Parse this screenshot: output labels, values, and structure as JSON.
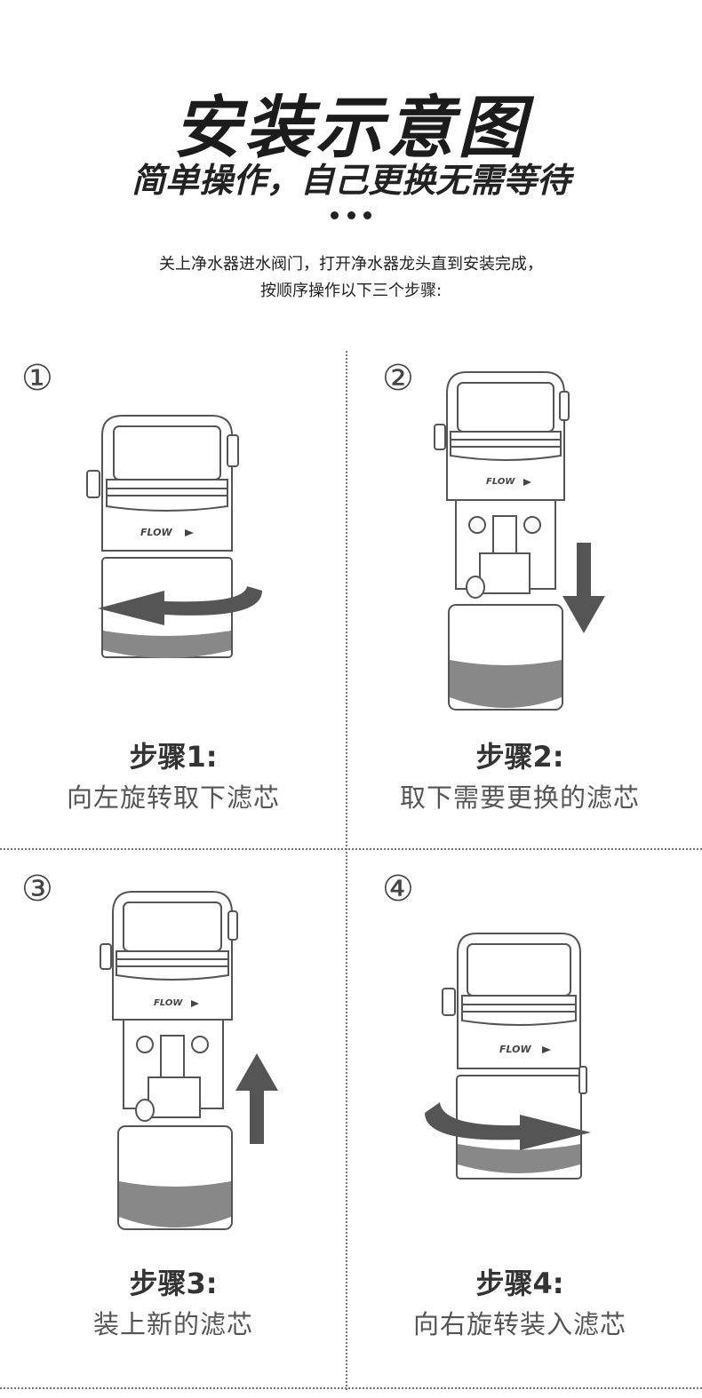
{
  "header": {
    "title": "安装示意图",
    "subtitle": "简单操作，自己更换无需等待",
    "intro_line1": "关上净水器进水阀门，打开净水器龙头直到安装完成，",
    "intro_line2": "按顺序操作以下三个步骤:"
  },
  "steps": [
    {
      "number": "①",
      "title": "步骤1:",
      "desc": "向左旋转取下滤芯",
      "brand": "FLOW"
    },
    {
      "number": "②",
      "title": "步骤2:",
      "desc": "取下需要更换的滤芯",
      "brand": "FLOW"
    },
    {
      "number": "③",
      "title": "步骤3:",
      "desc": "装上新的滤芯",
      "brand": "FLOW"
    },
    {
      "number": "④",
      "title": "步骤4:",
      "desc": "向右旋转装入滤芯",
      "brand": "FLOW"
    }
  ],
  "colors": {
    "filter_fill": "#888888",
    "arrow": "#555555",
    "outline": "#555555"
  }
}
